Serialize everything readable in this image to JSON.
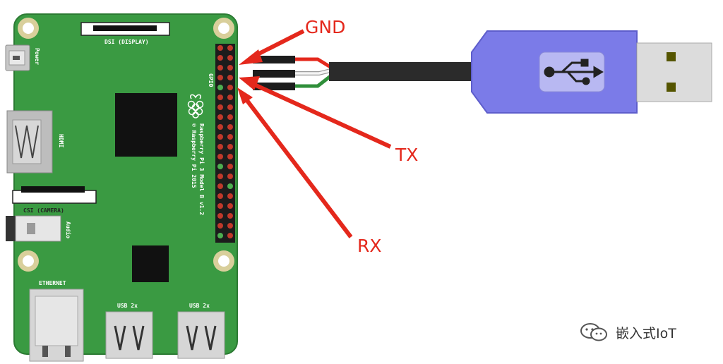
{
  "board": {
    "dsi_label": "DSI (DISPLAY)",
    "power_label": "Power",
    "hdmi_label": "HDMI",
    "csi_label": "CSI (CAMERA)",
    "audio_label": "Audio",
    "ethernet_label": "ETHERNET",
    "usb_label_1": "USB 2x",
    "usb_label_2": "USB 2x",
    "gpio_label": "GPIO",
    "model_line_1": "Raspberry Pi 3 Model B v1.2",
    "model_line_2": "© Raspberry Pi 2015"
  },
  "annotations": {
    "gnd": "GND",
    "tx": "TX",
    "rx": "RX"
  },
  "watermark": {
    "text": "嵌入式IoT"
  },
  "colors": {
    "board_green": "#3a9a42",
    "arrow_red": "#e4281c",
    "usb_adapter_blue": "#7b7be8",
    "wire_red": "#e4281c",
    "wire_white": "#f4f4f4",
    "wire_green": "#2f8f3a",
    "cable_black": "#2b2b2b"
  }
}
